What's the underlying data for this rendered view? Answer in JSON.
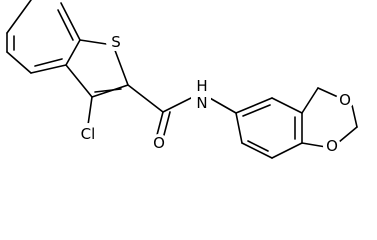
{
  "structure": {
    "colors": {
      "bond": "#000000",
      "text": "#000000",
      "background": "#ffffff"
    },
    "atoms": {
      "S": "S",
      "Cl": "Cl",
      "NH": "H\nN",
      "N": "N",
      "H": "H",
      "O_carbonyl": "O",
      "O_ring_upper": "O",
      "O_ring_lower": "O"
    }
  }
}
